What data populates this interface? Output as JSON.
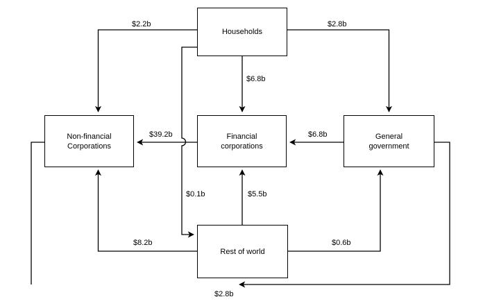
{
  "diagram": {
    "type": "flow-diagram",
    "currency_unit": "billions of dollars",
    "nodes": [
      {
        "id": "households",
        "label": "Households"
      },
      {
        "id": "non-financial-corporations",
        "label": "Non-financial\nCorporations"
      },
      {
        "id": "financial-corporations",
        "label": "Financial\ncorporations"
      },
      {
        "id": "general-government",
        "label": "General\ngovernment"
      },
      {
        "id": "rest-of-world",
        "label": "Rest of world"
      }
    ],
    "edges": [
      {
        "id": "households-to-nfc",
        "from": "households",
        "to": "non-financial-corporations",
        "label": "$2.2b",
        "value": 2.2
      },
      {
        "id": "households-to-govt",
        "from": "households",
        "to": "general-government",
        "label": "$2.8b",
        "value": 2.8
      },
      {
        "id": "households-to-fincorp",
        "from": "households",
        "to": "financial-corporations",
        "label": "$6.8b",
        "value": 6.8
      },
      {
        "id": "fincorp-to-nfc",
        "from": "financial-corporations",
        "to": "non-financial-corporations",
        "label": "$39.2b",
        "value": 39.2
      },
      {
        "id": "govt-to-fincorp",
        "from": "general-government",
        "to": "financial-corporations",
        "label": "$6.8b",
        "value": 6.8
      },
      {
        "id": "households-to-row",
        "from": "households",
        "to": "rest-of-world",
        "label": "$0.1b",
        "value": 0.1
      },
      {
        "id": "row-to-fincorp",
        "from": "rest-of-world",
        "to": "financial-corporations",
        "label": "$5.5b",
        "value": 5.5
      },
      {
        "id": "row-to-nfc",
        "from": "rest-of-world",
        "to": "non-financial-corporations",
        "label": "$8.2b",
        "value": 8.2
      },
      {
        "id": "row-to-govt",
        "from": "rest-of-world",
        "to": "general-government",
        "label": "$0.6b",
        "value": 0.6
      },
      {
        "id": "govt-to-nfc",
        "from": "general-government",
        "to": "non-financial-corporations",
        "label": "$2.8b",
        "value": 2.8
      }
    ]
  },
  "colors": {
    "line": "#000000",
    "background": "#ffffff",
    "text": "#000000"
  }
}
